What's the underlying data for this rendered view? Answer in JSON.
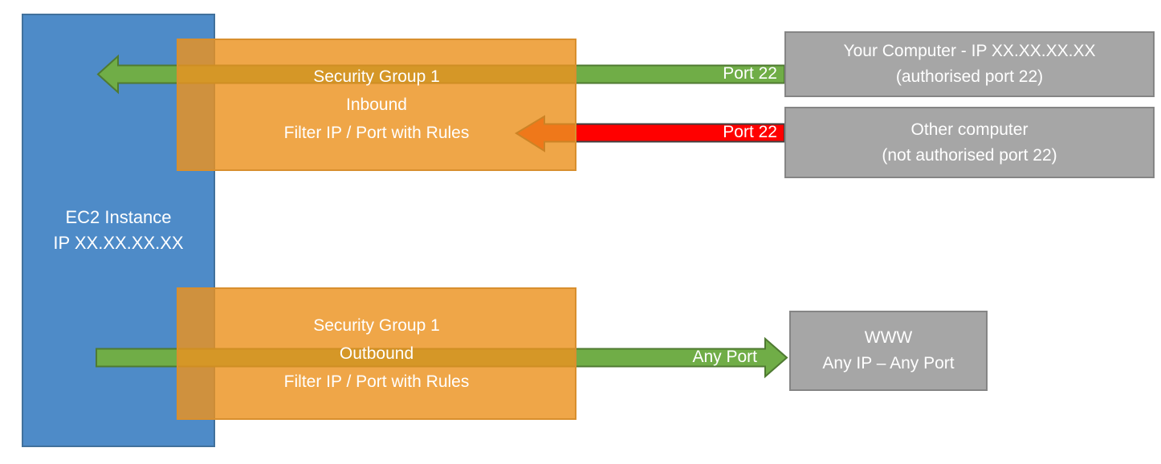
{
  "ec2_instance": {
    "name": "EC2 Instance",
    "ip": "IP XX.XX.XX.XX"
  },
  "security_group_inbound": {
    "title": "Security Group 1",
    "direction": "Inbound",
    "rule": "Filter IP / Port with Rules"
  },
  "security_group_outbound": {
    "title": "Security Group 1",
    "direction": "Outbound",
    "rule": "Filter IP / Port with Rules"
  },
  "your_computer": {
    "title": "Your Computer - IP XX.XX.XX.XX",
    "subtitle": "(authorised port 22)"
  },
  "other_computer": {
    "title": "Other computer",
    "subtitle": "(not authorised port 22)"
  },
  "www": {
    "title": "WWW",
    "subtitle": "Any IP – Any Port"
  },
  "arrows": {
    "inbound_allowed_label": "Port 22",
    "inbound_blocked_label": "Port 22",
    "outbound_label": "Any Port"
  },
  "colors": {
    "ec2_blue": "#4E8BC8",
    "security_group_orange": "#EC9220",
    "external_gray": "#A6A6A6",
    "allowed_green": "#70AD47",
    "blocked_red": "#FF0000"
  }
}
